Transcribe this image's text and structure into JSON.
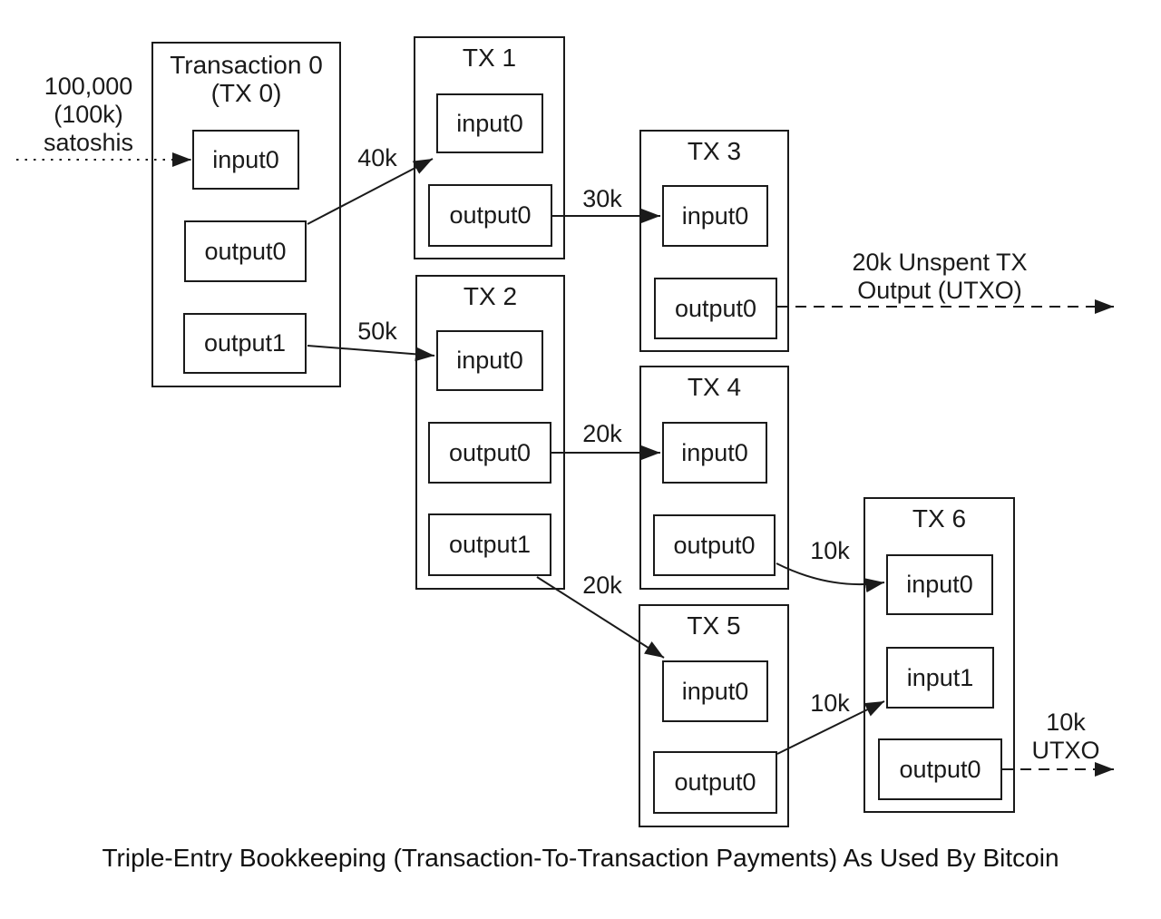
{
  "colors": {
    "background": "#ffffff",
    "stroke": "#1a1a1a",
    "text": "#1a1a1a"
  },
  "annotation": {
    "line1": "100,000",
    "line2": "(100k)",
    "line3": "satoshis"
  },
  "transactions": {
    "tx0": {
      "title1": "Transaction 0",
      "title2": "(TX 0)",
      "input0": "input0",
      "output0": "output0",
      "output1": "output1"
    },
    "tx1": {
      "title": "TX 1",
      "input0": "input0",
      "output0": "output0"
    },
    "tx2": {
      "title": "TX 2",
      "input0": "input0",
      "output0": "output0",
      "output1": "output1"
    },
    "tx3": {
      "title": "TX 3",
      "input0": "input0",
      "output0": "output0"
    },
    "tx4": {
      "title": "TX 4",
      "input0": "input0",
      "output0": "output0"
    },
    "tx5": {
      "title": "TX 5",
      "input0": "input0",
      "output0": "output0"
    },
    "tx6": {
      "title": "TX 6",
      "input0": "input0",
      "input1": "input1",
      "output0": "output0"
    }
  },
  "flows": {
    "tx0_to_tx1": "40k",
    "tx0_to_tx2": "50k",
    "tx1_to_tx3": "30k",
    "tx2_to_tx4": "20k",
    "tx2_to_tx5": "20k",
    "tx4_to_tx6": "10k",
    "tx5_to_tx6": "10k"
  },
  "utxo_20k": {
    "line1": "20k Unspent TX",
    "line2": "Output (UTXO)"
  },
  "utxo_10k": {
    "line1": "10k",
    "line2": "UTXO"
  },
  "caption": "Triple-Entry Bookkeeping (Transaction-To-Transaction Payments) As Used By Bitcoin"
}
